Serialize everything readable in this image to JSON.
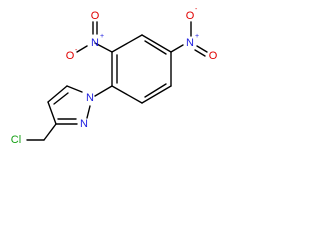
{
  "molecule": {
    "atoms": {
      "o_ortho_top": {
        "symbol": "O",
        "color": "#e00000"
      },
      "n_ortho": {
        "symbol": "N",
        "charge": "+",
        "color": "#2020e0"
      },
      "o_ortho_side": {
        "symbol": "O",
        "charge": "-",
        "color": "#e00000"
      },
      "o_para_top": {
        "symbol": "O",
        "charge": "-",
        "color": "#e00000"
      },
      "n_para": {
        "symbol": "N",
        "charge": "+",
        "color": "#2020e0"
      },
      "o_para_side": {
        "symbol": "O",
        "color": "#e00000"
      },
      "n_pyrazole_1": {
        "symbol": "N",
        "color": "#2020e0"
      },
      "n_pyrazole_2": {
        "symbol": "N",
        "color": "#2020e0"
      },
      "cl": {
        "symbol": "Cl",
        "color": "#14a014"
      }
    },
    "bond_color": "#000000"
  }
}
